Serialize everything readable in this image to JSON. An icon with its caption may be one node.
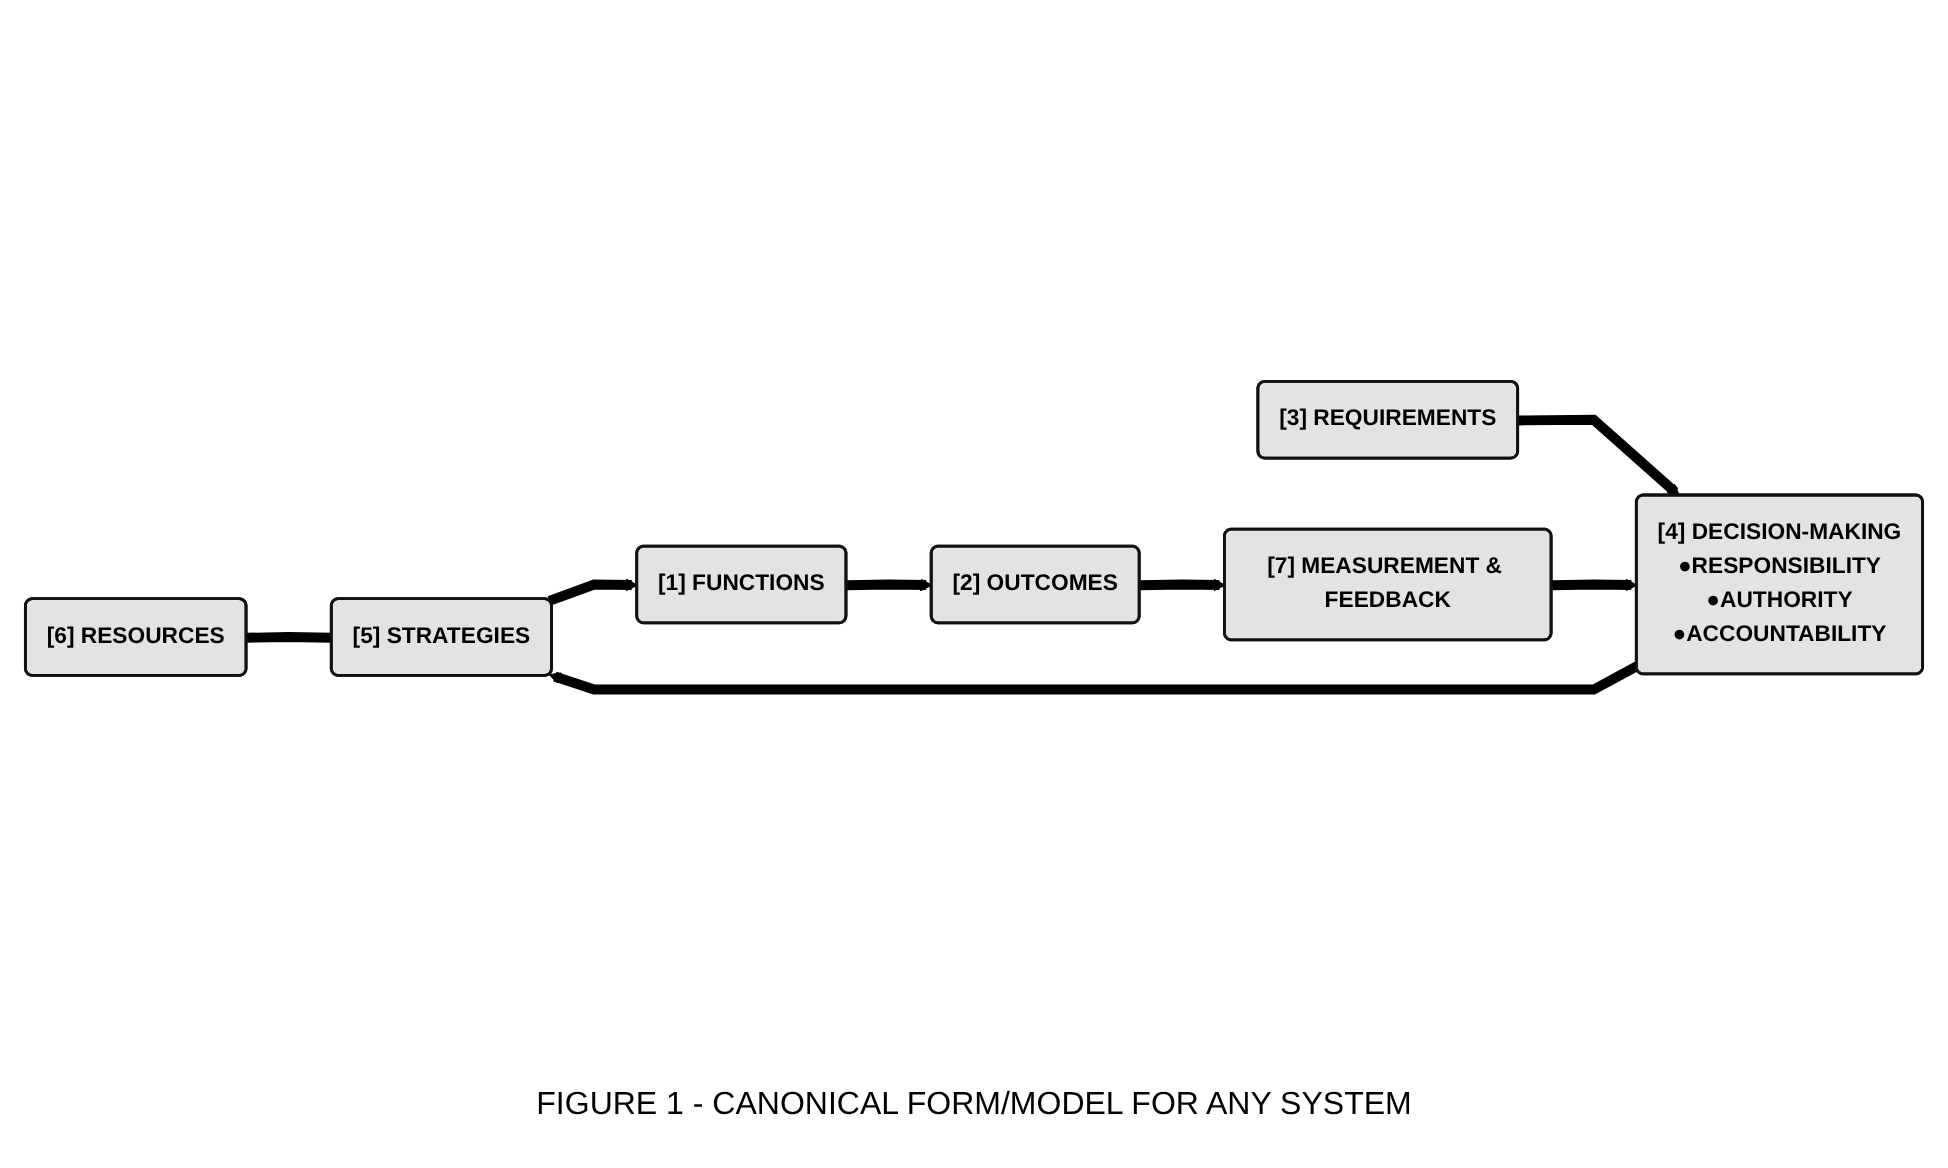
{
  "diagram": {
    "caption": "FIGURE 1 - CANONICAL FORM/MODEL FOR ANY SYSTEM",
    "nodes": [
      {
        "text": [
          "[6] RESOURCES"
        ]
      },
      {
        "text": [
          "[3] REQUIREMENTS"
        ]
      },
      {
        "text": [
          "[4] DECISION-MAKING",
          "●RESPONSIBILITY",
          "●AUTHORITY",
          "●ACCOUNTABILITY"
        ]
      },
      {
        "text": [
          "[5] STRATEGIES"
        ]
      },
      {
        "text": [
          "[1] FUNCTIONS"
        ]
      },
      {
        "text": [
          "[2] OUTCOMES"
        ]
      },
      {
        "text": [
          "[7] MEASUREMENT & FEEDBACK"
        ]
      }
    ],
    "edges": [
      {
        "from": 1,
        "to": 2,
        "arrow": "to"
      },
      {
        "from": 2,
        "to": 3,
        "arrow": "to"
      },
      {
        "from": 3,
        "to": 4,
        "arrow": "to"
      },
      {
        "from": 4,
        "to": 5,
        "arrow": "to"
      },
      {
        "from": 0,
        "to": 3,
        "arrow": "none"
      },
      {
        "from": 5,
        "to": 6,
        "arrow": "to"
      },
      {
        "from": 6,
        "to": 2,
        "arrow": "to"
      }
    ]
  }
}
